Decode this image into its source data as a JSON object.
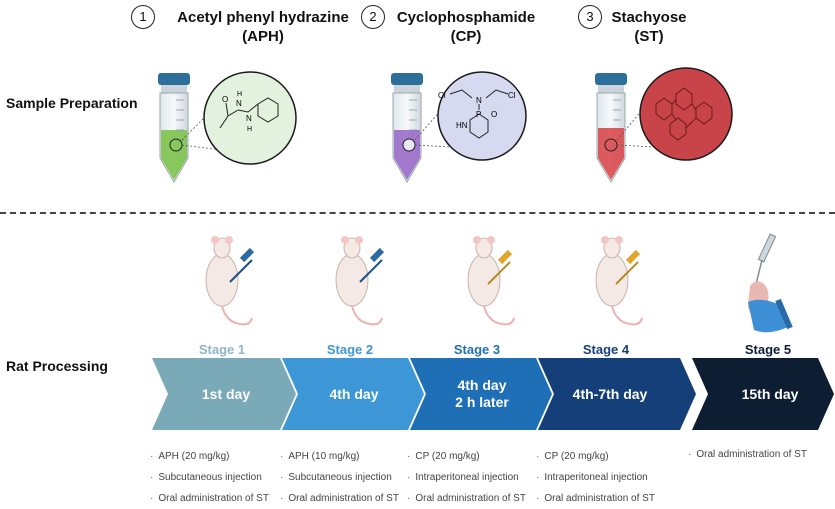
{
  "samples": [
    {
      "num": "1",
      "title_line1": "Acetyl phenyl hydrazine",
      "title_line2": "(APH)",
      "color": "#7cc24a"
    },
    {
      "num": "2",
      "title_line1": "Cyclophosphamide",
      "title_line2": "(CP)",
      "color": "#9a6cc8"
    },
    {
      "num": "3",
      "title_line1": "Stachyose",
      "title_line2": "(ST)",
      "color": "#d9494e"
    }
  ],
  "molecule": {
    "cp_label_p": "P",
    "cp_label_o": "O",
    "cp_label_n": "N",
    "cp_label_hn": "HN",
    "cp_label_cl1": "Cl",
    "cp_label_cl2": "Cl",
    "aph_label_o": "O",
    "aph_label_n1": "N",
    "aph_label_n2": "N",
    "aph_label_h1": "H",
    "aph_label_h2": "H"
  },
  "rows": {
    "sample_prep": "Sample Preparation",
    "rat_processing": "Rat Processing"
  },
  "stages": [
    {
      "label": "Stage 1",
      "day_line1": "1st day",
      "day_line2": "",
      "color": "#7aaab8",
      "label_color": "#8fb6c2",
      "notes": [
        "APH (20 mg/kg)",
        "Subcutaneous injection",
        "Oral administration of ST"
      ]
    },
    {
      "label": "Stage 2",
      "day_line1": "4th day",
      "day_line2": "",
      "color": "#3d97d6",
      "label_color": "#3d97d6",
      "notes": [
        "APH (10 mg/kg)",
        "Subcutaneous injection",
        "Oral administration of ST"
      ]
    },
    {
      "label": "Stage 3",
      "day_line1": "4th day",
      "day_line2": "2 h later",
      "color": "#1f6fb6",
      "label_color": "#1f6fb6",
      "notes": [
        "CP (20 mg/kg)",
        "Intraperitoneal injection",
        "Oral administration of ST"
      ]
    },
    {
      "label": "Stage 4",
      "day_line1": "4th-7th day",
      "day_line2": "",
      "color": "#153f79",
      "label_color": "#153f79",
      "notes": [
        "CP (20 mg/kg)",
        "Intraperitoneal injection",
        "Oral administration of ST"
      ]
    },
    {
      "label": "Stage 5",
      "day_line1": "15th day",
      "day_line2": "",
      "color": "#0d1e33",
      "label_color": "#0d1e33",
      "notes": [
        "Oral administration of ST"
      ]
    }
  ]
}
